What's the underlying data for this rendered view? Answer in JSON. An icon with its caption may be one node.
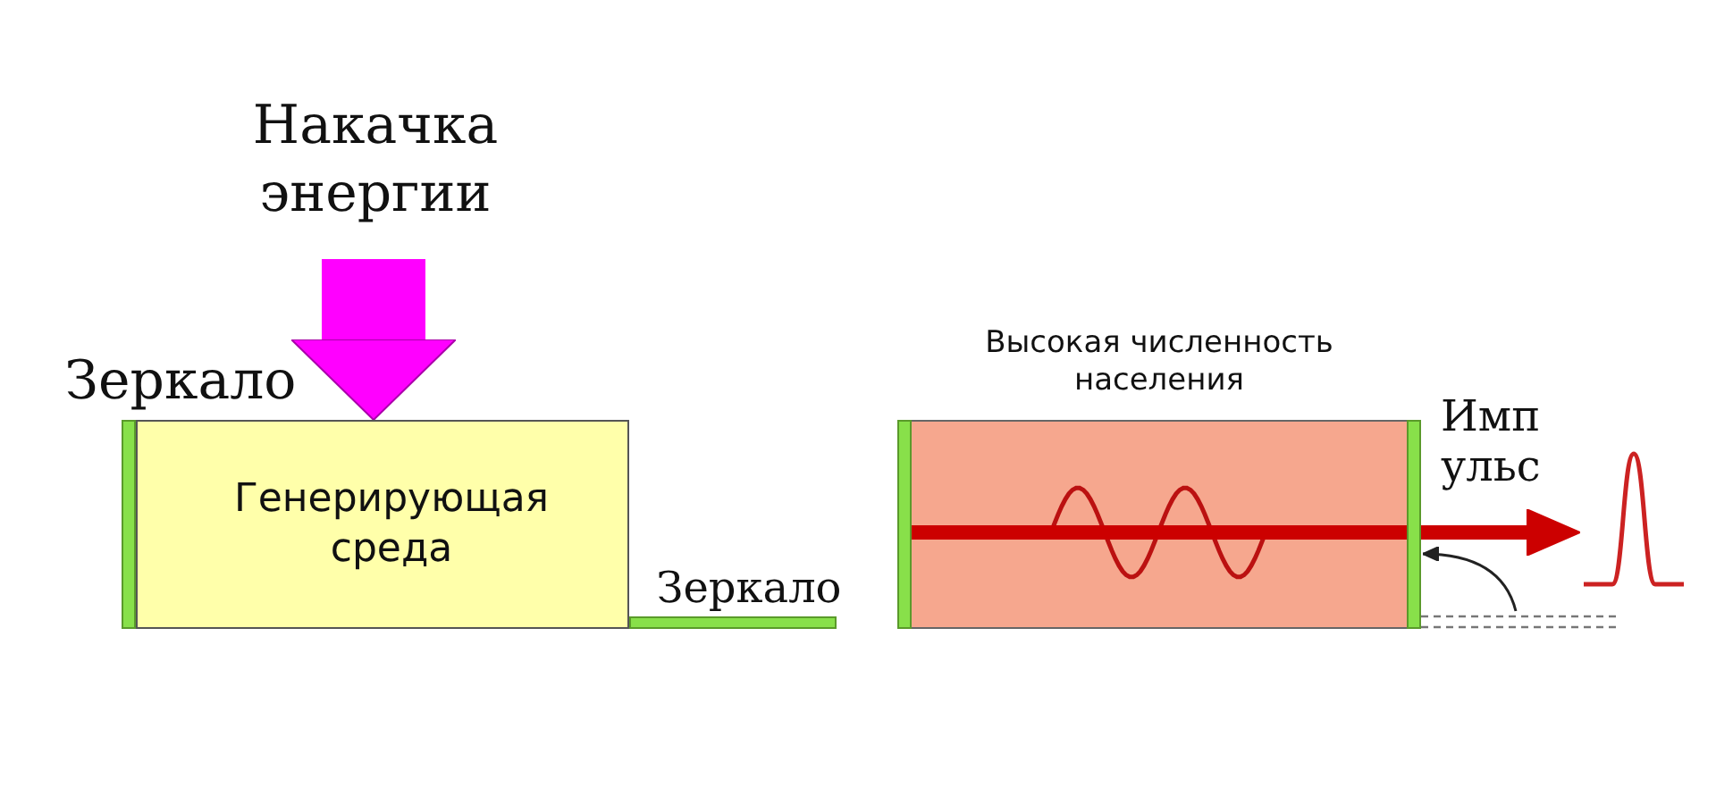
{
  "diagram": {
    "nodes": [
      {
        "text": [
          "Накачка энергии"
        ]
      },
      {
        "text": [
          "Генерирующая среда"
        ]
      },
      {
        "text": [
          "Зеркало"
        ]
      },
      {
        "text": [
          "Зеркало"
        ]
      },
      {
        "text": [
          "Высокая численность населения"
        ]
      },
      {
        "text": [],
        "shape": "bar",
        "in": 4
      },
      {
        "text": [],
        "shape": "bar",
        "in": 4
      },
      {
        "text": [],
        "shape": "picture"
      },
      {
        "text": [],
        "shape": "bar"
      }
    ],
    "edges": [
      {
        "from": 0,
        "to": 1,
        "arrow": "to",
        "style": "thick",
        "color": "#ff00ff"
      },
      {
        "from": 5,
        "to": 7,
        "arrow": "to",
        "color": "#cc0000"
      },
      {
        "from": 8,
        "to": 6,
        "arrow": "to",
        "color": "#222222"
      }
    ],
    "labels": [
      "Имп ульс"
    ]
  }
}
